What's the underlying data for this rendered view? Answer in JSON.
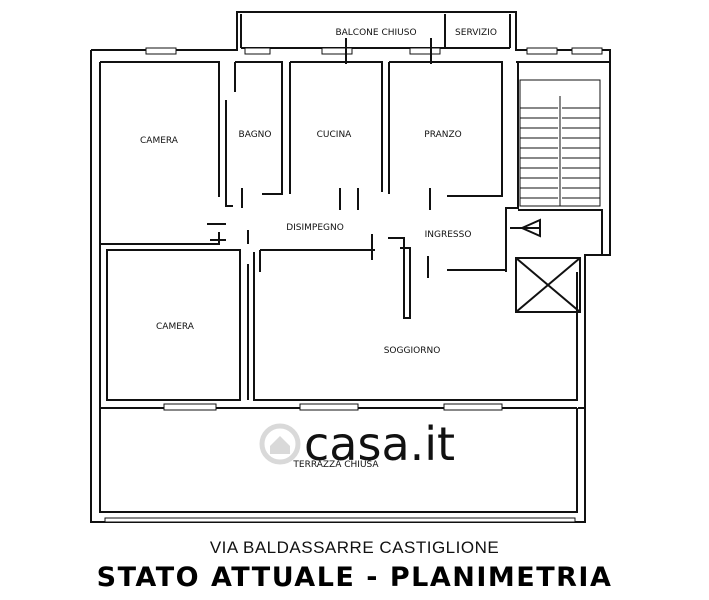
{
  "rooms": {
    "balcone_chiuso": "BALCONE CHIUSO",
    "servizio": "SERVIZIO",
    "camera_1": "CAMERA",
    "bagno": "BAGNO",
    "cucina": "CUCINA",
    "pranzo": "PRANZO",
    "disimpegno": "DISIMPEGNO",
    "ingresso": "INGRESSO",
    "camera_2": "CAMERA",
    "soggiorno": "SOGGIORNO",
    "terrazza_chiusa": "TERRAZZA CHIUSA"
  },
  "watermark": "casa.it",
  "address": "VIA BALDASSARRE CASTIGLIONE",
  "caption": "STATO ATTUALE - PLANIMETRIA",
  "colors": {
    "wall": "#111111",
    "background": "#ffffff",
    "watermark": "#d9d9d9"
  },
  "icons": {
    "watermark_logo": "house-icon"
  }
}
